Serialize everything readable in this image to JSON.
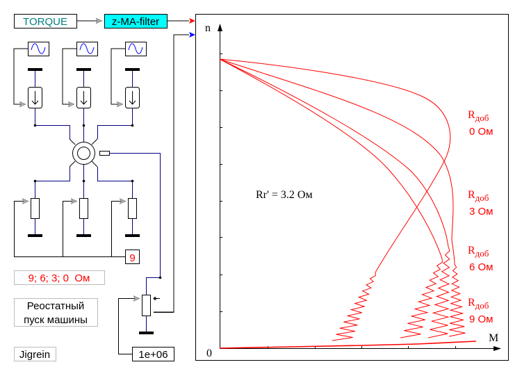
{
  "blocks": {
    "torque": "TORQUE",
    "filter": "z-MA-filter",
    "resistance_value": "9",
    "resistance_list": "9; 6; 3; 0  Ом",
    "title_line1": "Реостатный",
    "title_line2": "пуск машины",
    "author": "Jigrein",
    "gain": "1e+06"
  },
  "plot": {
    "y_label": "n",
    "x_label": "M",
    "origin": "0",
    "annotation": "Rr' = 3.2 Ом",
    "series": [
      {
        "r": "R",
        "sub": "доб",
        "value": "0  Ом"
      },
      {
        "r": "R",
        "sub": "доб",
        "value": "3  Ом"
      },
      {
        "r": "R",
        "sub": "доб",
        "value": "6  Ом"
      },
      {
        "r": "R",
        "sub": "доб",
        "value": "9  Ом"
      }
    ],
    "curve_color": "#ff0000"
  },
  "colors": {
    "filter_bg": "#00ffff",
    "torque_text": "#008080",
    "wire": "#000080"
  }
}
